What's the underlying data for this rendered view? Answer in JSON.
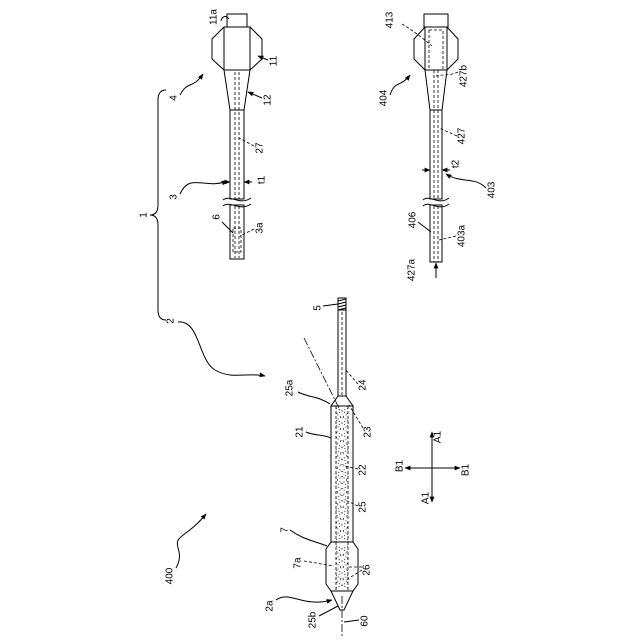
{
  "line_color": "#000000",
  "background": "#ffffff",
  "assembly": {
    "ref_1": "1",
    "ref_4": "4",
    "ref_11a": "11a",
    "ref_11": "11",
    "ref_12": "12",
    "ref_27": "27",
    "ref_3": "3",
    "ref_t1": "t1",
    "ref_6": "6",
    "ref_3a": "3a",
    "ref_2": "2"
  },
  "dilator": {
    "ref_5": "5",
    "ref_24": "24",
    "ref_25a": "25a",
    "ref_23": "23",
    "ref_21": "21",
    "ref_22": "22",
    "ref_25": "25",
    "ref_7": "7",
    "ref_7a": "7a",
    "ref_26": "26",
    "ref_2a": "2a",
    "ref_25b": "25b",
    "ref_60": "60",
    "ref_400": "400"
  },
  "second_sheath": {
    "ref_413": "413",
    "ref_427b": "427b",
    "ref_404": "404",
    "ref_427": "427",
    "ref_t2": "t2",
    "ref_403": "403",
    "ref_406": "406",
    "ref_403a": "403a",
    "ref_427a": "427a"
  },
  "direction_indicator": {
    "a1_top": "A1",
    "b1_left": "B1",
    "b1_right": "B1",
    "a1_bottom": "A1"
  }
}
